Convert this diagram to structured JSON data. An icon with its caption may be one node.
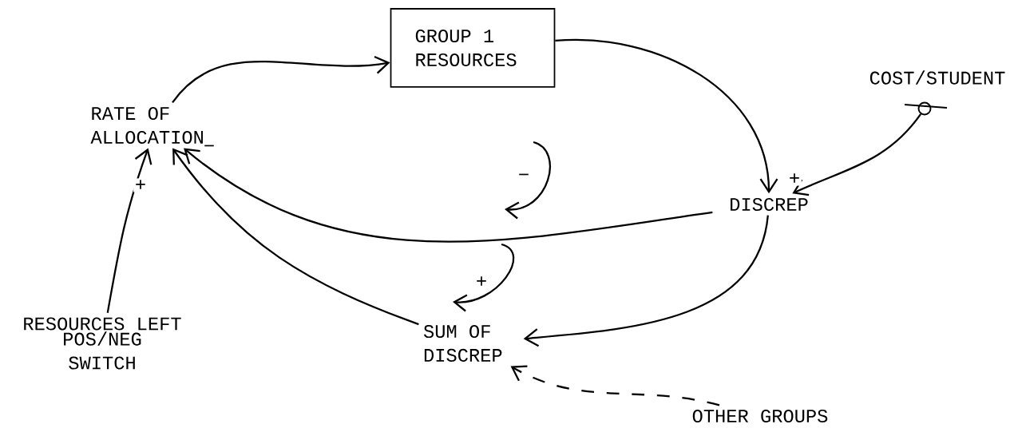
{
  "diagram": {
    "nodes": [
      {
        "text": [
          "GROUP 1 RESOURCES"
        ]
      },
      {
        "text": [
          "RATE OF ALLOCATION"
        ]
      },
      {
        "text": [],
        "shape": "circle",
        "beside": [
          "COST/STUDENT"
        ]
      },
      {
        "text": [
          "DISCREP"
        ]
      },
      {
        "text": [
          "SUM OF DISCREP"
        ]
      },
      {
        "text": [
          "RESOURCES LEFT",
          "POS/NEG SWITCH"
        ]
      },
      {
        "text": [
          "OTHER GROUPS"
        ]
      }
    ],
    "edges": [
      {
        "from": 1,
        "to": 0,
        "arrow": "to"
      },
      {
        "from": 0,
        "to": 3,
        "arrow": "to"
      },
      {
        "from": 2,
        "to": 3,
        "arrow": "to",
        "label": "+"
      },
      {
        "from": 3,
        "to": 1,
        "arrow": "to",
        "label": "−"
      },
      {
        "from": 3,
        "to": 4,
        "arrow": "to"
      },
      {
        "from": 4,
        "to": 1,
        "arrow": "to"
      },
      {
        "from": 5,
        "to": 1,
        "arrow": "to",
        "label": "+"
      },
      {
        "from": 6,
        "to": 4,
        "arrow": "to",
        "style": "dashed"
      }
    ],
    "labels": [
      "−",
      "+"
    ]
  }
}
